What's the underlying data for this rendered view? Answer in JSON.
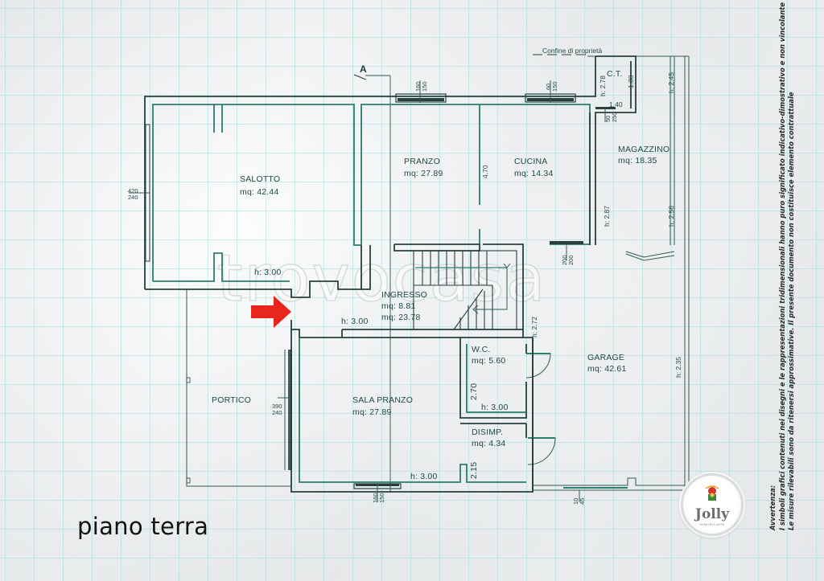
{
  "plan": {
    "floor_title": "piano terra",
    "section_marker": "A",
    "property_boundary_label": "Confine di proprietà",
    "watermark": "trovocasa",
    "rooms": {
      "salotto": {
        "name": "SALOTTO",
        "area": "mq: 42.44",
        "height": "h: 3.00"
      },
      "pranzo": {
        "name": "PRANZO",
        "area": "mq: 27.89"
      },
      "cucina": {
        "name": "CUCINA",
        "area": "mq: 14.34"
      },
      "ct": {
        "name": "C.T."
      },
      "magazzino": {
        "name": "MAGAZZINO",
        "area": "mq: 18.35"
      },
      "ingresso": {
        "name": "INGRESSO",
        "area": "mq: 8.81",
        "area2": "mq: 23.78",
        "height": "h: 3.00"
      },
      "wc": {
        "name": "W.C.",
        "area": "mq: 5.60",
        "height": "h: 3.00"
      },
      "garage": {
        "name": "GARAGE",
        "area": "mq: 42.61"
      },
      "portico": {
        "name": "PORTICO"
      },
      "sala_pranzo": {
        "name": "SALA  PRANZO",
        "area": "mq: 27.89",
        "height": "h: 3.00"
      },
      "disimpegno": {
        "name": "DISIMP.",
        "area": "mq: 4.34"
      }
    },
    "dimensions": {
      "ct_h": "h: 2.78",
      "ct_width": "1.40",
      "ct_depth": "1.80",
      "magazzino_h_top": "h: 2.45",
      "magazzino_h_left": "h: 2.87",
      "magazzino_h_right": "h: 2.56",
      "pranzo_cucina_wall": "4.70",
      "ingresso_h": "h: 2.72",
      "garage_h": "h: 2.35",
      "wc_width": "2.70",
      "disimp_width": "2.15",
      "window_pranzo": [
        "160",
        "150"
      ],
      "window_cucina": [
        "60",
        "150"
      ],
      "window_ct": [
        "50",
        "250"
      ],
      "window_salotto": [
        "420",
        "240"
      ],
      "window_portico": [
        "390",
        "240"
      ],
      "window_sala_pranzo": [
        "160",
        "150"
      ],
      "window_cucina_side": [
        "200",
        "200"
      ],
      "window_garage": [
        "10",
        "45"
      ]
    },
    "entrance_arrow_color": "#e8261f",
    "wall_color": "#27403c",
    "accent_wall_color": "#2b7d6d"
  },
  "disclaimer": {
    "title": "Avvertenza:",
    "line1": "I simboli grafici contenuti nei disegni e le rappresentazioni tridimensionali hanno puro significato indicativo-dimostrativo e non vincolante",
    "line2": "Le misure rilevabili sono da ritenersi approssimative. Il presente documento non costituisce elemento contrattuale"
  },
  "logo": {
    "brand": "Jolly",
    "subtitle": "IMMOBILIARE"
  }
}
